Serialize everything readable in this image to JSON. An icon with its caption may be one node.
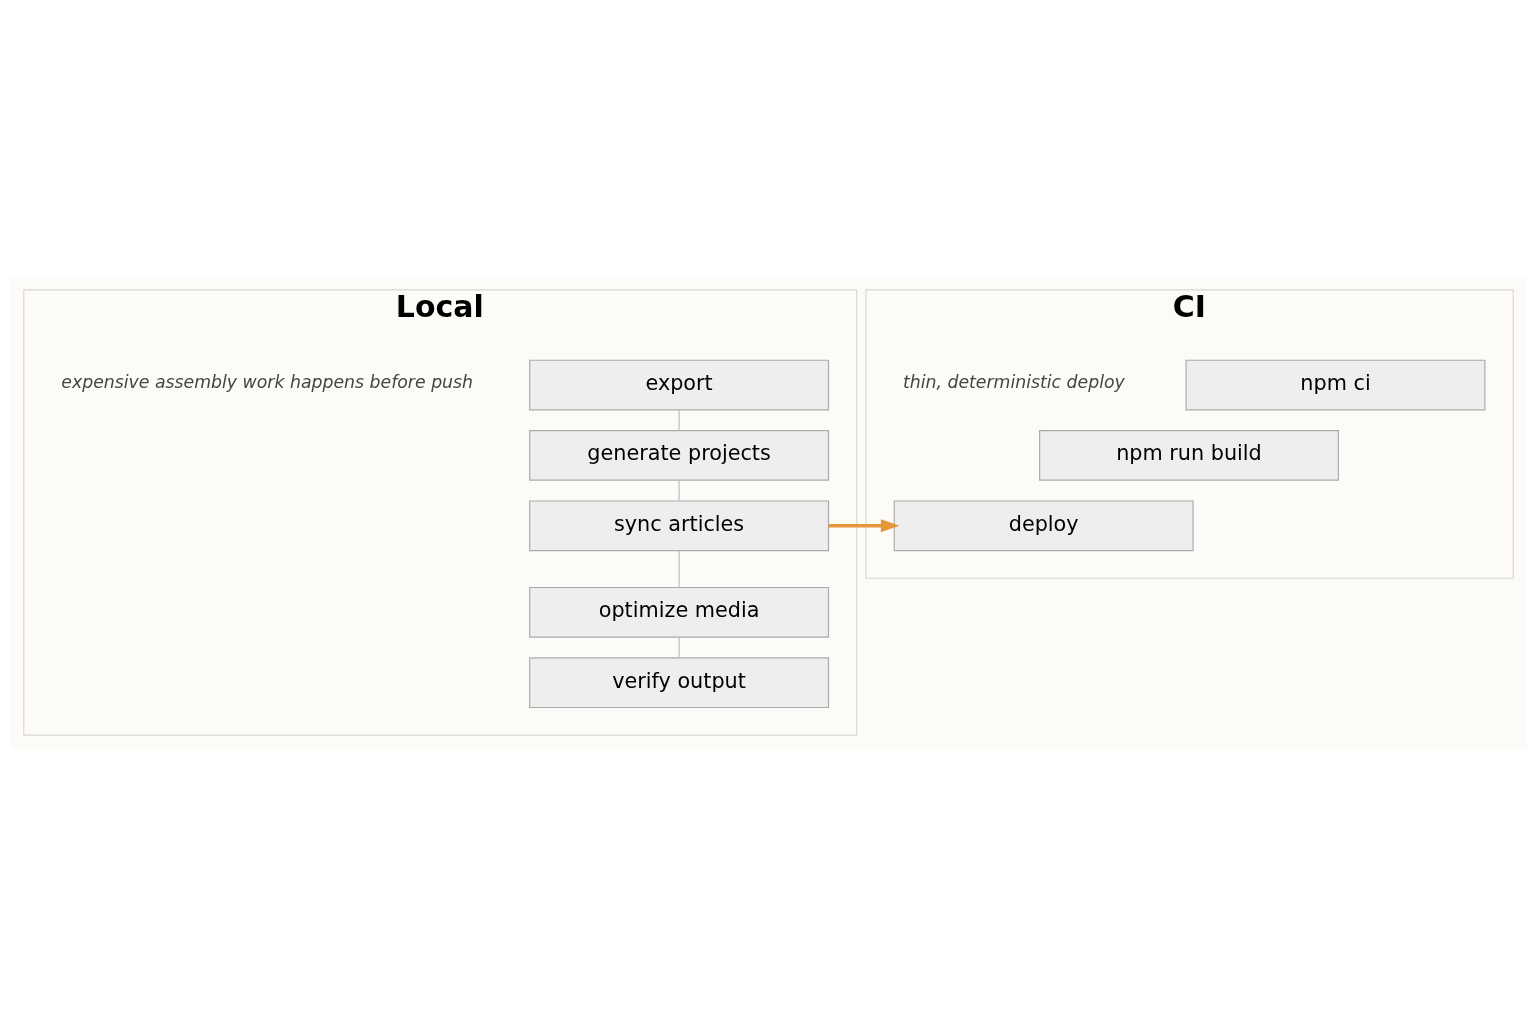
{
  "diagram": {
    "nodes": [
      {
        "text": [
          "Local"
        ],
        "beside": [
          "expensive assembly work happens before push"
        ]
      },
      {
        "text": [
          "export"
        ],
        "in": 0
      },
      {
        "text": [
          "generate projects"
        ],
        "in": 0
      },
      {
        "text": [
          "sync articles"
        ],
        "in": 0
      },
      {
        "text": [
          "optimize media"
        ],
        "in": 0
      },
      {
        "text": [
          "verify output"
        ],
        "in": 0
      },
      {
        "text": [
          "CI"
        ],
        "beside": [
          "thin, deterministic deploy"
        ]
      },
      {
        "text": [
          "npm ci"
        ],
        "in": 6
      },
      {
        "text": [
          "npm run build"
        ],
        "in": 6
      },
      {
        "text": [
          "deploy"
        ],
        "in": 6
      }
    ],
    "edges": [
      {
        "from": 1,
        "to": 2,
        "arrow": "none"
      },
      {
        "from": 2,
        "to": 3,
        "arrow": "none"
      },
      {
        "from": 3,
        "to": 4,
        "arrow": "none"
      },
      {
        "from": 4,
        "to": 5,
        "arrow": "none"
      },
      {
        "from": 3,
        "to": 9,
        "arrow": "to",
        "style": "thick",
        "color": "#e8963a"
      }
    ]
  }
}
